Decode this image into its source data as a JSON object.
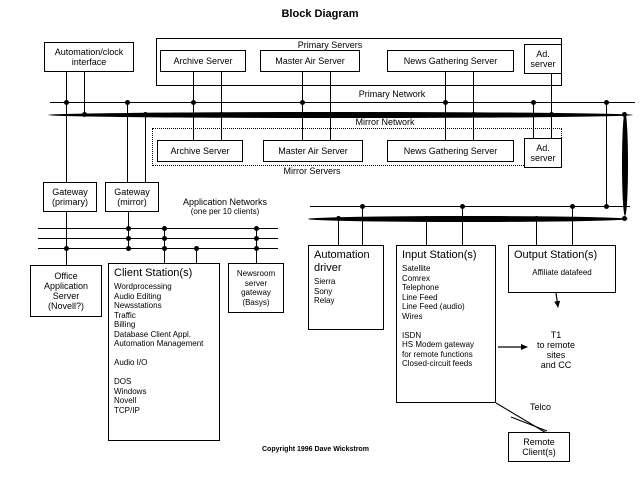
{
  "title": "Block Diagram",
  "copyright": "Copyright 1996 Dave Wickstrom",
  "network_labels": {
    "primary": "Primary Network",
    "mirror": "Mirror Network",
    "application": "Application Networks",
    "application_sub": "(one per 10 clients)"
  },
  "groups": {
    "primary_servers": "Primary Servers",
    "mirror_servers": "Mirror Servers"
  },
  "boxes": {
    "automation_clock": "Automation/clock\ninterface",
    "archive_primary": "Archive Server",
    "master_air_primary": "Master Air Server",
    "news_gathering_primary": "News Gathering Server",
    "ad_primary": "Ad.\nserver",
    "archive_mirror": "Archive Server",
    "master_air_mirror": "Master Air Server",
    "news_gathering_mirror": "News Gathering Server",
    "ad_mirror": "Ad.\nserver",
    "gateway_primary": "Gateway\n(primary)",
    "gateway_mirror": "Gateway\n(mirror)",
    "office_app_server": "Office\nApplication\nServer\n(Novell?)",
    "newsroom_gateway": "Newsroom\nserver\ngateway\n(Basys)",
    "remote_clients": "Remote\nClient(s)"
  },
  "client_station": {
    "heading": "Client Station(s)",
    "items": "Wordprocessing\nAudio Editing\nNewsstations\nTraffic\nBilling\nDatabase  Client Appl.\nAutomation Management\n\nAudio I/O\n\nDOS\nWindows\nNovell\nTCP/IP"
  },
  "automation_driver": {
    "heading": "Automation\ndriver",
    "items": "Sierra\nSony\nRelay"
  },
  "input_station": {
    "heading": "Input Station(s)",
    "items": "Satellite\nComrex\nTelephone\nLine Feed\nLine Feed (audio)\nWires\n\nISDN\nHS Modem gateway\n  for remote functions\nClosed-circuit feeds"
  },
  "output_station": {
    "heading": "Output Station(s)",
    "items": "Affiliate datafeed"
  },
  "annotations": {
    "t1": "T1\nto remote\nsites\nand CC",
    "telco": "Telco"
  },
  "colors": {
    "line": "#000000",
    "background": "#ffffff",
    "text": "#000000"
  }
}
